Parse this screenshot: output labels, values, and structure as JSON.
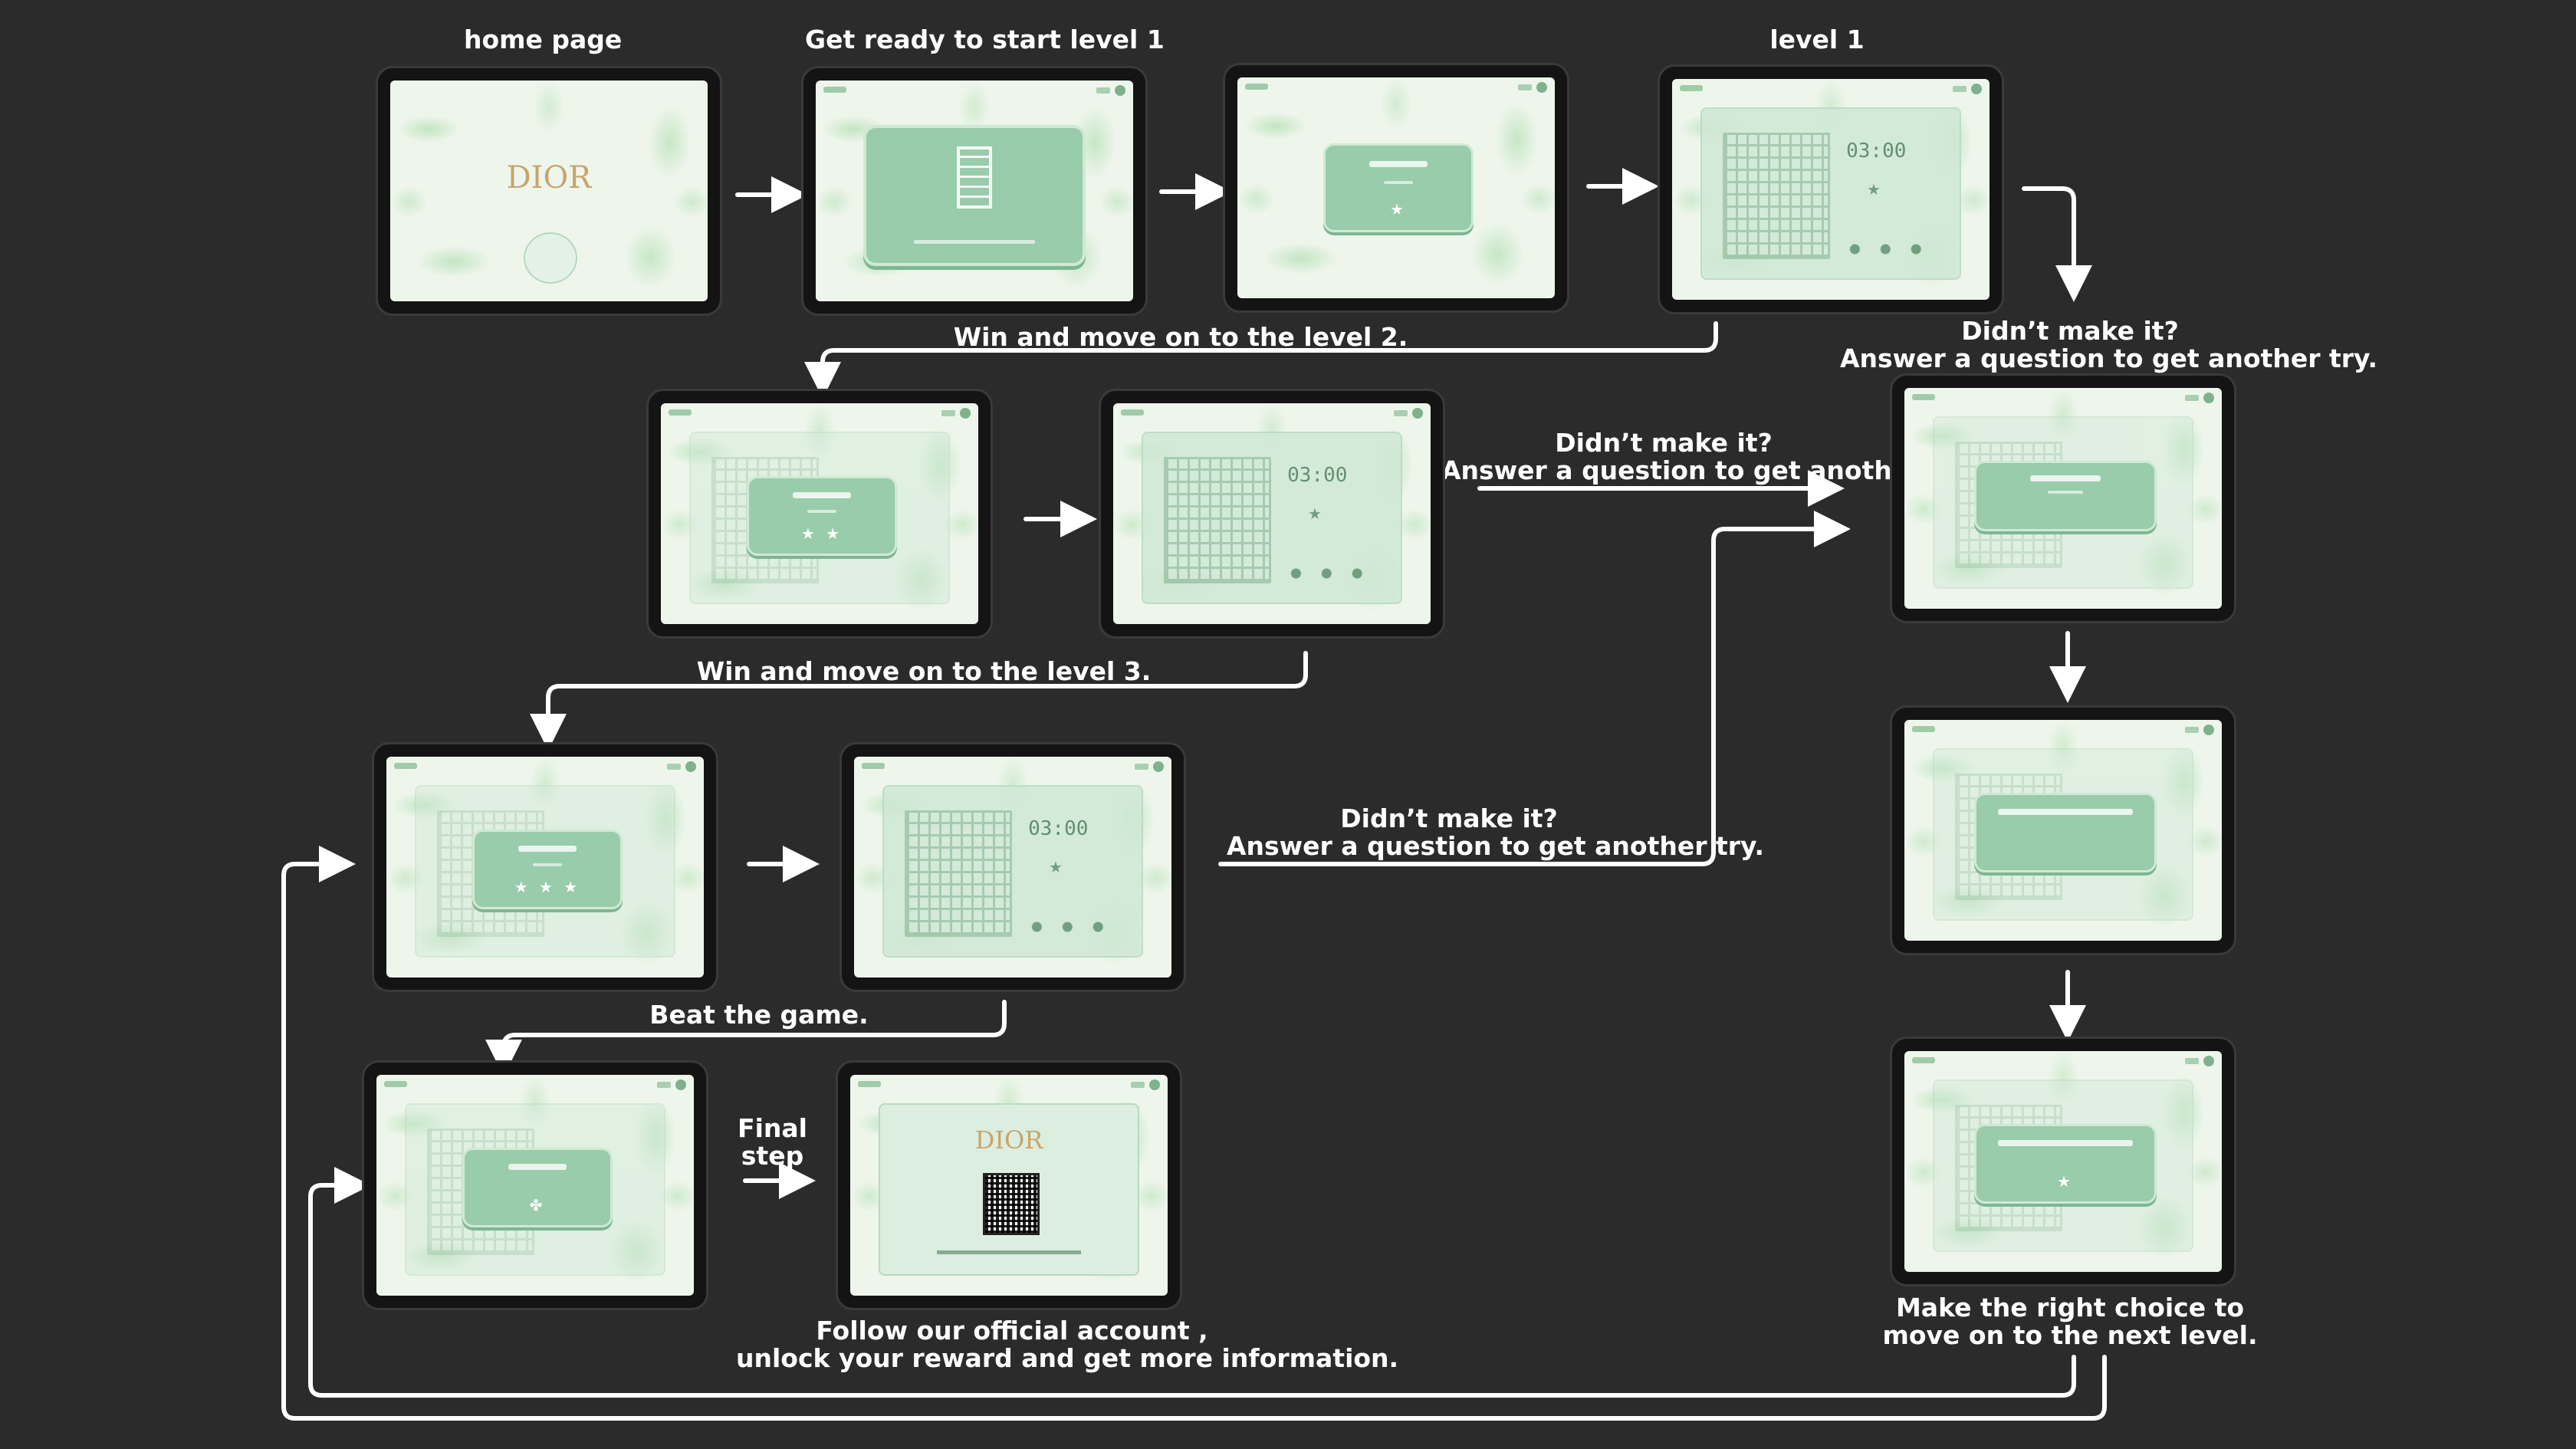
{
  "labels": {
    "home_page": "home page",
    "get_ready": "Get ready to start level 1",
    "level1": "level 1",
    "win_level2": "Win and move on to the level 2.",
    "didnt_make_it": "Didn’t make it?",
    "answer_question": "Answer a question to get another try.",
    "win_level3": "Win and move on to the level 3.",
    "beat_game": "Beat the game.",
    "final_step_1": "Final",
    "final_step_2": "step",
    "follow_1": "Follow our official account ,",
    "follow_2": "unlock your reward and get more information.",
    "right_choice_1": "Make the right choice to",
    "right_choice_2": "move on to the next level."
  },
  "screens": {
    "logo": "DIOR",
    "timer": "03:00",
    "stars_one": "★",
    "stars_two": "★ ★",
    "stars_three": "★ ★ ★",
    "clover": "✤"
  }
}
